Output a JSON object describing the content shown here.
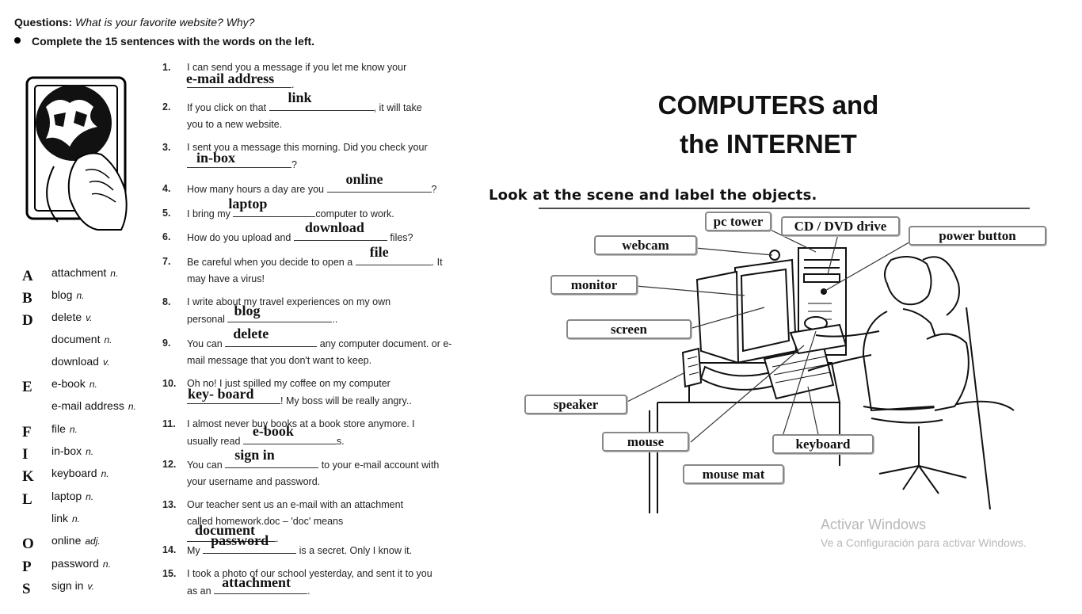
{
  "header": {
    "questions_label": "Questions:",
    "questions_text": "What is your favorite website?  Why?",
    "instruction": "Complete the 15 sentences with the words on the left."
  },
  "word_list": [
    {
      "letter": "A",
      "word": "attachment",
      "pos": "n."
    },
    {
      "letter": "B",
      "word": "blog",
      "pos": "n."
    },
    {
      "letter": "D",
      "word": "delete",
      "pos": "v."
    },
    {
      "letter": "",
      "word": "document",
      "pos": "n."
    },
    {
      "letter": "",
      "word": "download",
      "pos": "v."
    },
    {
      "letter": "E",
      "word": "e-book",
      "pos": "n."
    },
    {
      "letter": "",
      "word": "e-mail address",
      "pos": "n."
    },
    {
      "letter": "F",
      "word": "file",
      "pos": "n."
    },
    {
      "letter": "I",
      "word": "in-box",
      "pos": "n."
    },
    {
      "letter": "K",
      "word": "keyboard",
      "pos": "n."
    },
    {
      "letter": "L",
      "word": "laptop",
      "pos": "n."
    },
    {
      "letter": "",
      "word": "link",
      "pos": "n."
    },
    {
      "letter": "O",
      "word": "online",
      "pos": "adj."
    },
    {
      "letter": "P",
      "word": "password",
      "pos": "n."
    },
    {
      "letter": "S",
      "word": "sign in",
      "pos": "v."
    }
  ],
  "sentences": [
    {
      "num": "1.",
      "before": "I can send you a message if you let me know your",
      "after": ".",
      "answer": "e-mail address"
    },
    {
      "num": "2.",
      "before": "If you click on that",
      "after": ", it will take you to a new website.",
      "answer": "link"
    },
    {
      "num": "3.",
      "before": "I sent you a message this morning.  Did you check your",
      "after": "?",
      "answer": "in-box"
    },
    {
      "num": "4.",
      "before": "How many hours a day are you",
      "after": "?",
      "answer": "online"
    },
    {
      "num": "5.",
      "before": "I bring my",
      "after": "computer to work.",
      "answer": "laptop"
    },
    {
      "num": "6.",
      "before": "How do you upload and",
      "after": "files?",
      "answer": "download"
    },
    {
      "num": "7.",
      "before": "Be careful when you decide to open a",
      "after": ". It may have a virus!",
      "answer": "file"
    },
    {
      "num": "8.",
      "before": "I write about my travel experiences on my own personal",
      "after": "..",
      "answer": "blog"
    },
    {
      "num": "9.",
      "before": "You can",
      "after": "any computer document. or e-mail message that you don't want to keep.",
      "answer": "delete"
    },
    {
      "num": "10.",
      "before": "Oh no!  I just spilled my coffee on my computer",
      "after": "!  My boss will be really angry..",
      "answer": "key- board"
    },
    {
      "num": "11.",
      "before": "I almost never buy books at a book store anymore. I usually read",
      "after": "s.",
      "answer": "e-book"
    },
    {
      "num": "12.",
      "before": "You can",
      "after": "to your e-mail account with your username and password.",
      "answer": "sign in"
    },
    {
      "num": "13.",
      "before": "Our teacher sent us an e-mail with an attachment called homework.doc – 'doc' means",
      "after": ".",
      "answer": "document"
    },
    {
      "num": "14.",
      "before": "My",
      "after": "is a secret.  Only I know it.",
      "answer": "password"
    },
    {
      "num": "15.",
      "before": "I took a photo of our school yesterday, and sent it to you as an",
      "after": ".",
      "answer": "attachment"
    }
  ],
  "right": {
    "title_line1": "COMPUTERS and",
    "title_line2": "the INTERNET",
    "instruction": "Look at the scene and label the objects.",
    "labels": {
      "pc_tower": "pc tower",
      "cd_dvd": "CD / DVD drive",
      "power_button": "power button",
      "webcam": "webcam",
      "monitor": "monitor",
      "screen": "screen",
      "speaker": "speaker",
      "mouse": "mouse",
      "keyboard": "keyboard",
      "mouse_mat": "mouse mat"
    }
  },
  "watermark": {
    "line1": "Activar Windows",
    "line2": "Ve a Configuración para activar Windows."
  }
}
